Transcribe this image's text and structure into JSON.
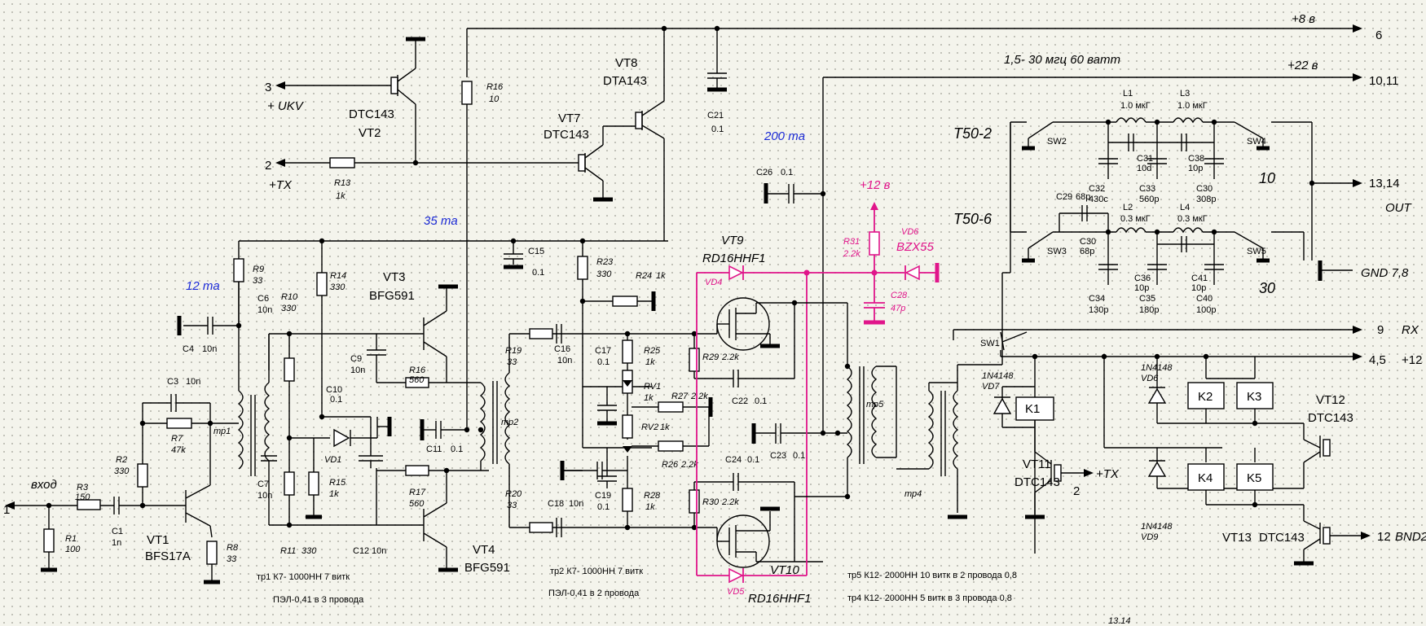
{
  "supply": {
    "v8": "+8 в",
    "v8_pin": "6",
    "v22": "+22 в",
    "v22_pin": "10,11",
    "v12_pin": "4,5",
    "v12": "+12",
    "band": "1,5- 30 мгц  60 ватт"
  },
  "io": {
    "input_label": "вход",
    "input_pin": "1",
    "uhf_pin": "3",
    "uhf_label": "+ UKV",
    "tx_pin": "2",
    "tx_label": "+TX",
    "out_pin": "13,14",
    "out_label": "OUT",
    "rx_pin": "9",
    "rx_label": "RX",
    "gnd_label": "GND 7,8",
    "bnd_pin": "12",
    "bnd_label": "BND2",
    "tx2_pin": "2",
    "tx2_label": "+TX",
    "bottom_label": "13.14"
  },
  "currents": {
    "c12": "12 ma",
    "c35": "35 ma",
    "c200": "200 ma"
  },
  "filters": {
    "t50_2": "T50-2",
    "t50_6": "T50-6",
    "band10": "10",
    "band30": "30"
  },
  "transistors": {
    "vt1": "VT1",
    "vt1_type": "BFS17A",
    "vt2": "VT2",
    "vt2_type": "DTC143",
    "vt3": "VT3",
    "vt3_type": "BFG591",
    "vt4": "VT4",
    "vt4_type": "BFG591",
    "vt7": "VT7",
    "vt7_type": "DTC143",
    "vt8": "VT8",
    "vt8_type": "DTA143",
    "vt9": "VT9",
    "vt9_type": "RD16HHF1",
    "vt10": "VT10",
    "vt10_type": "RD16HHF1",
    "vt11": "VT11",
    "vt11_type": "DTC143",
    "vt12": "VT12",
    "vt12_type": "DTC143",
    "vt13": "VT13",
    "vt13_type": "DTC143"
  },
  "parts": {
    "r1": "R1",
    "r1v": "100",
    "r2": "R2",
    "r2v": "330",
    "r3": "R3",
    "r3v": "150",
    "r7": "R7",
    "r7v": "47k",
    "r8": "R8",
    "r8v": "33",
    "r9": "R9",
    "r9v": "33",
    "r10": "R10",
    "r10v": "330",
    "r11": "R11",
    "r11v": "330",
    "r13": "R13",
    "r13v": "1k",
    "r14": "R14",
    "r14v": "330",
    "r15": "R15",
    "r15v": "1k",
    "r16a": "R16",
    "r16av": "10",
    "r16": "R16",
    "r16v": "560",
    "r17": "R17",
    "r17v": "560",
    "r19": "R19",
    "r19v": "33",
    "r20": "R20",
    "r20v": "33",
    "r23": "R23",
    "r23v": "330",
    "r24": "R24",
    "r24v": "1k",
    "r25": "R25",
    "r25v": "1k",
    "r26": "R26",
    "r26v": "2.2k",
    "r27": "R27",
    "r27v": "2.2k",
    "r28": "R28",
    "r28v": "1k",
    "r29": "R29",
    "r29v": "2.2k",
    "r30": "R30",
    "r30v": "2.2k",
    "r31": "R31",
    "r31v": "2.2k",
    "rv1": "RV1",
    "rv1v": "1k",
    "rv2": "RV2",
    "rv2v": "1k",
    "c1": "C1",
    "c1v": "1n",
    "c3": "C3",
    "c3v": "10n",
    "c4": "C4",
    "c4v": "10n",
    "c6": "C6",
    "c6v": "10n",
    "c7": "C7",
    "c7v": "10n",
    "c9": "C9",
    "c9v": "10n",
    "c10": "C10",
    "c10v": "0.1",
    "c11": "C11",
    "c11v": "0.1",
    "c12": "C12",
    "c12v": "10n",
    "c15": "C15",
    "c15v": "0.1",
    "c16": "C16",
    "c16v": "10n",
    "c17": "C17",
    "c17v": "0.1",
    "c18": "C18",
    "c18v": "10n",
    "c19": "C19",
    "c19v": "0.1",
    "c21": "C21",
    "c21v": "0.1",
    "c22": "C22",
    "c22v": "0.1",
    "c23": "C23",
    "c23v": "0.1",
    "c24": "C24",
    "c24v": "0.1",
    "c26": "C26",
    "c26v": "0.1",
    "c28": "C28",
    "c28v": "47p",
    "vd1": "VD1",
    "vd4": "VD4",
    "vd5": "VD5",
    "vd6": "VD6",
    "vd6t": "BZX55",
    "vd6b": "VD6",
    "vd7": "VD7",
    "vd9": "VD9",
    "diode_type": "1N4148",
    "v12_pink": "+12 в",
    "tr1": "тр1",
    "tr2": "тр2",
    "tr4": "тр4",
    "tr5": "тр5",
    "k1": "K1",
    "k2": "K2",
    "k3": "K3",
    "k4": "K4",
    "k5": "K5",
    "sw1": "SW1",
    "sw2": "SW2",
    "sw3": "SW3",
    "sw4": "SW4",
    "sw5": "SW5",
    "l1": "L1",
    "l1v": "1.0 мкГ",
    "l2": "L2",
    "l2v": "0.3 мкГ",
    "l3": "L3",
    "l3v": "1.0 мкГ",
    "l4": "L4",
    "l4v": "0.3 мкГ",
    "c29": "C29",
    "c29v": "68p",
    "c30a": "C30",
    "c30av": "68p",
    "c30": "C30",
    "c30v": "308p",
    "c31": "C31",
    "c31v": "10d",
    "c32": "C32",
    "c32v": "430c",
    "c33": "C33",
    "c33v": "560p",
    "c34": "C34",
    "c34v": "130p",
    "c35": "C35",
    "c35v": "180p",
    "c36": "C36",
    "c36v": "10p",
    "c38": "C38",
    "c38v": "10p",
    "c40": "C40",
    "c40v": "100p",
    "c41": "C41",
    "c41v": "10p"
  },
  "notes": {
    "n1": "тр1  К7- 1000НН  7 витк",
    "n2": "ПЭЛ-0,41 в 3 провода",
    "n3": "тр2  К7- 1000НН  7 витк",
    "n4": "ПЭЛ-0,41 в 2 провода",
    "n5": "тр5  К12- 2000НН  10 витк в 2 провода 0,8",
    "n6": "тр4  К12- 2000НН  5 витк в 3 провода 0,8"
  }
}
